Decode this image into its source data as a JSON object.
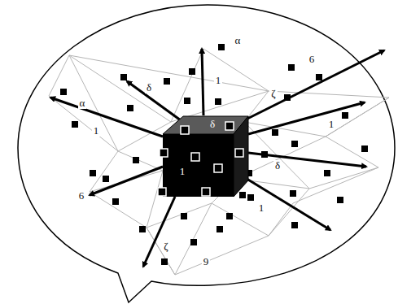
{
  "diagram": {
    "labels": [
      "α",
      "δ",
      "1",
      "6",
      "ζ",
      "α",
      "1",
      "δ",
      "1",
      "1",
      "δ",
      "6",
      "1",
      "ζ",
      "9"
    ]
  }
}
